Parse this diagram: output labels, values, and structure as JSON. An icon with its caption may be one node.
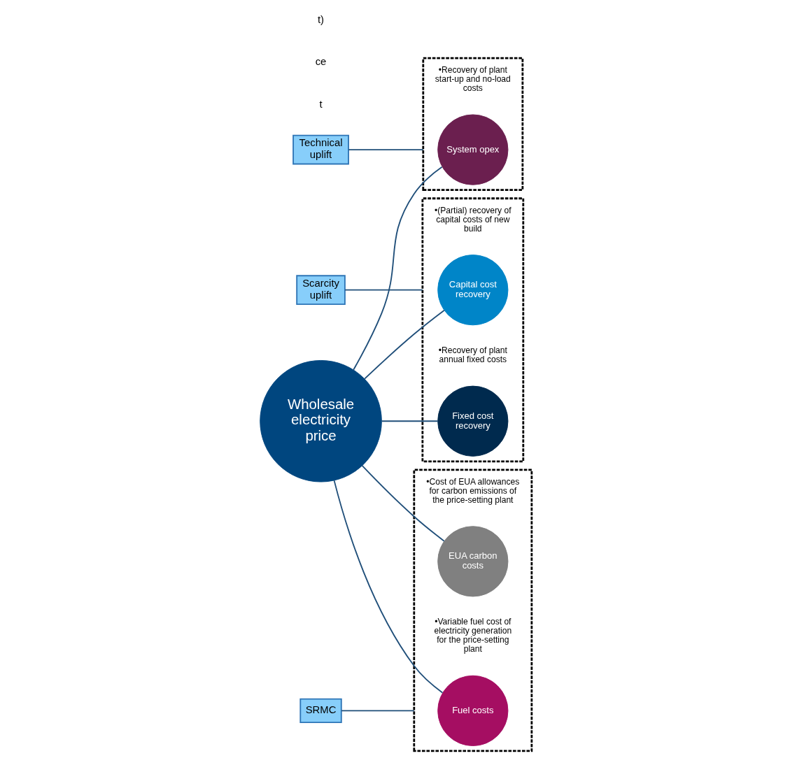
{
  "diagram": {
    "nodes": [
      {
        "text": [
          "Scarcity uplift"
        ]
      },
      {
        "text": [],
        "shape": "box"
      },
      {
        "text": [
          "Capital cost recovery"
        ],
        "in": 1,
        "beside": [
          "•(Partial) recovery of capital costs of new build"
        ]
      },
      {
        "text": [
          "Fixed cost recovery"
        ],
        "in": 1,
        "beside": [
          "•Recovery of plant annual fixed costs"
        ]
      },
      {
        "text": [
          "Wholesale electricity price"
        ]
      },
      {
        "text": [],
        "shape": "box"
      },
      {
        "text": [
          "System opex"
        ],
        "in": 5,
        "beside": [
          "•Recovery of plant start-up and no-load costs"
        ]
      },
      {
        "text": [
          "Technical uplift"
        ]
      },
      {
        "text": [],
        "shape": "box"
      },
      {
        "text": [
          "Fuel costs"
        ],
        "in": 8,
        "beside": [
          "•Variable fuel cost of electricity generation for the price-setting plant"
        ]
      },
      {
        "text": [
          "EUA carbon costs"
        ],
        "in": 8,
        "beside": [
          "•Cost of EUA allowances for carbon emissions of the price-setting plant"
        ]
      },
      {
        "text": [
          "SRMC"
        ]
      }
    ],
    "edges": [
      {
        "from": 0,
        "to": 1,
        "arrow": "none"
      },
      {
        "from": 4,
        "to": 2,
        "arrow": "none"
      },
      {
        "from": 4,
        "to": 3,
        "arrow": "none"
      },
      {
        "from": 4,
        "to": 6,
        "arrow": "none"
      },
      {
        "from": 4,
        "to": 9,
        "arrow": "none"
      },
      {
        "from": 4,
        "to": 10,
        "arrow": "none"
      },
      {
        "from": 7,
        "to": 5,
        "arrow": "none"
      },
      {
        "from": 11,
        "to": 8,
        "arrow": "none"
      }
    ],
    "labels": [
      "t",
      "ce",
      "t)"
    ]
  }
}
